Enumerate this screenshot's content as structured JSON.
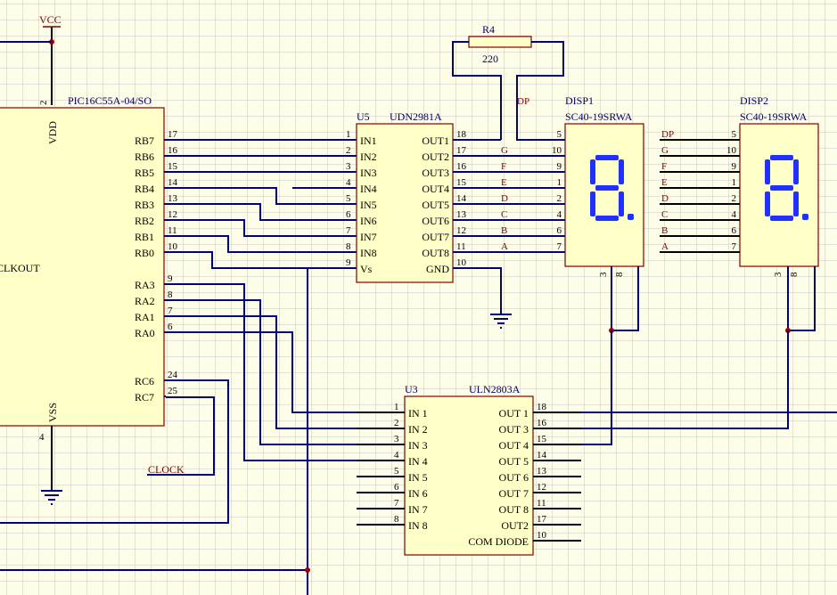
{
  "vcc": {
    "label": "VCC"
  },
  "mcu": {
    "name": "PIC16C55A-04/SO",
    "clk_label": "CLKOUT",
    "vdd": {
      "name": "VDD",
      "pin": "2"
    },
    "vss": {
      "name": "VSS",
      "pin": "4"
    },
    "pins": [
      {
        "name": "RB7",
        "num": "17"
      },
      {
        "name": "RB6",
        "num": "16"
      },
      {
        "name": "RB5",
        "num": "15"
      },
      {
        "name": "RB4",
        "num": "14"
      },
      {
        "name": "RB3",
        "num": "13"
      },
      {
        "name": "RB2",
        "num": "12"
      },
      {
        "name": "RB1",
        "num": "11"
      },
      {
        "name": "RB0",
        "num": "10"
      },
      {
        "name": "RA3",
        "num": "9"
      },
      {
        "name": "RA2",
        "num": "8"
      },
      {
        "name": "RA1",
        "num": "7"
      },
      {
        "name": "RA0",
        "num": "6"
      },
      {
        "name": "RC6",
        "num": "24"
      },
      {
        "name": "RC7",
        "num": "25"
      }
    ]
  },
  "clock_net": "CLOCK",
  "r4": {
    "ref": "R4",
    "value": "220"
  },
  "dp_net": "DP",
  "u5": {
    "ref": "U5",
    "part": "UDN2981A",
    "left": [
      {
        "num": "1",
        "name": "IN1"
      },
      {
        "num": "2",
        "name": "IN2"
      },
      {
        "num": "3",
        "name": "IN3"
      },
      {
        "num": "4",
        "name": "IN4"
      },
      {
        "num": "5",
        "name": "IN5"
      },
      {
        "num": "6",
        "name": "IN6"
      },
      {
        "num": "7",
        "name": "IN7"
      },
      {
        "num": "8",
        "name": "IN8"
      },
      {
        "num": "9",
        "name": "Vs"
      }
    ],
    "right": [
      {
        "num": "18",
        "name": "OUT1"
      },
      {
        "num": "17",
        "name": "OUT2"
      },
      {
        "num": "16",
        "name": "OUT3"
      },
      {
        "num": "15",
        "name": "OUT4"
      },
      {
        "num": "14",
        "name": "OUT5"
      },
      {
        "num": "13",
        "name": "OUT6"
      },
      {
        "num": "12",
        "name": "OUT7"
      },
      {
        "num": "11",
        "name": "OUT8"
      },
      {
        "num": "10",
        "name": "GND"
      }
    ]
  },
  "seg_nets": [
    "G",
    "F",
    "E",
    "D",
    "C",
    "B",
    "A"
  ],
  "disp1": {
    "ref": "DISP1",
    "part": "SC40-19SRWA",
    "pins": [
      "5",
      "10",
      "9",
      "1",
      "2",
      "4",
      "6",
      "7"
    ],
    "bottom_pins": [
      "3",
      "8"
    ]
  },
  "disp2": {
    "ref": "DISP2",
    "part": "SC40-19SRWA",
    "nets": [
      "DP",
      "G",
      "F",
      "E",
      "D",
      "C",
      "B",
      "A"
    ],
    "pins": [
      "5",
      "10",
      "9",
      "1",
      "2",
      "4",
      "6",
      "7"
    ],
    "bottom_pins": [
      "3",
      "8"
    ]
  },
  "u3": {
    "ref": "U3",
    "part": "ULN2803A",
    "left": [
      {
        "num": "1",
        "name": "IN 1"
      },
      {
        "num": "2",
        "name": "IN 2"
      },
      {
        "num": "3",
        "name": "IN 3"
      },
      {
        "num": "4",
        "name": "IN 4"
      },
      {
        "num": "5",
        "name": "IN 5"
      },
      {
        "num": "6",
        "name": "IN 6"
      },
      {
        "num": "7",
        "name": "IN 7"
      },
      {
        "num": "8",
        "name": "IN 8"
      }
    ],
    "right": [
      {
        "num": "18",
        "name": "OUT 1"
      },
      {
        "num": "16",
        "name": "OUT 3"
      },
      {
        "num": "15",
        "name": "OUT 4"
      },
      {
        "num": "14",
        "name": "OUT 5"
      },
      {
        "num": "13",
        "name": "OUT 6"
      },
      {
        "num": "12",
        "name": "OUT 7"
      },
      {
        "num": "11",
        "name": "OUT 8"
      },
      {
        "num": "17",
        "name": "OUT2"
      },
      {
        "num": "10",
        "name": "COM DIODE"
      }
    ]
  }
}
